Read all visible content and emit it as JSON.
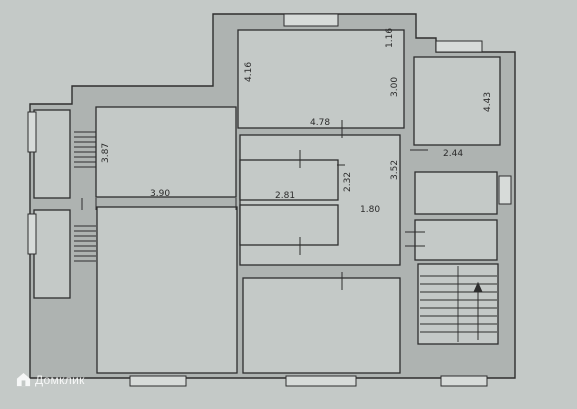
{
  "colors": {
    "background": "#c4c9c7",
    "wall_fill": "#aeb3b1",
    "line": "#2e2e2e",
    "watermark": "#ffffff"
  },
  "dimensions": {
    "d_1_16": "1.16",
    "d_4_16": "4.16",
    "d_3_00": "3.00",
    "d_4_43": "4.43",
    "d_4_78": "4.78",
    "d_3_87": "3.87",
    "d_2_44": "2.44",
    "d_3_52": "3.52",
    "d_2_32": "2.32",
    "d_3_90": "3.90",
    "d_2_81": "2.81",
    "d_1_80": "1.80"
  },
  "watermark": {
    "text": "Домклик",
    "icon": "house-logo-icon"
  },
  "stair_arrow": "up-arrow-icon"
}
